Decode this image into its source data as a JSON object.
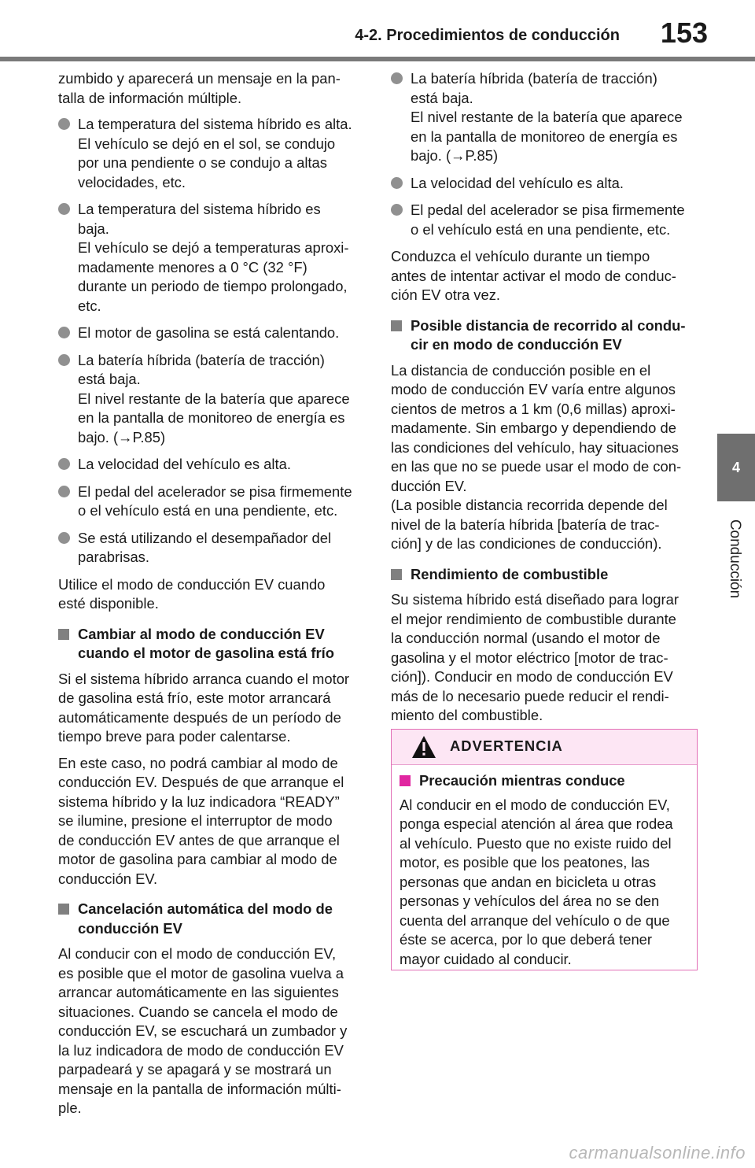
{
  "header": {
    "section": "4-2. Procedimientos de conducción",
    "page_number": "153"
  },
  "side_tab": {
    "number": "4",
    "label": "Conducción"
  },
  "left_column": {
    "intro": [
      "zumbido y aparecerá un mensaje en la pan-",
      "talla de información múltiple."
    ],
    "bullets": [
      [
        "La temperatura del sistema híbrido es alta.",
        "El vehículo se dejó en el sol, se condujo",
        "por una pendiente o se condujo a altas",
        "velocidades, etc."
      ],
      [
        "La temperatura del sistema híbrido es",
        "baja.",
        "El vehículo se dejó a temperaturas aproxi-",
        "madamente menores a 0 °C (32 °F)",
        "durante un periodo de tiempo prolongado,",
        "etc."
      ],
      [
        "El motor de gasolina se está calentando."
      ],
      [
        "La batería híbrida (batería de tracción)",
        "está baja.",
        "El nivel restante de la batería que aparece",
        "en la pantalla de monitoreo de energía es",
        "bajo. (→P.85)"
      ],
      [
        "La velocidad del vehículo es alta."
      ],
      [
        "El pedal del acelerador se pisa firmemente",
        "o el vehículo está en una pendiente, etc."
      ],
      [
        "Se está utilizando el desempañador del",
        "parabrisas."
      ]
    ],
    "after_bullets": [
      "Utilice el modo de conducción EV cuando",
      "esté disponible."
    ],
    "section1_title": [
      "Cambiar al modo de conducción EV",
      "cuando el motor de gasolina está frío"
    ],
    "section1_p1": [
      "Si el sistema híbrido arranca cuando el motor",
      "de gasolina está frío, este motor arrancará",
      "automáticamente después de un período de",
      "tiempo breve para poder calentarse."
    ],
    "section1_p2": [
      "En este caso, no podrá cambiar al modo de",
      "conducción EV. Después de que arranque el",
      "sistema híbrido y la luz indicadora “READY”",
      "se ilumine, presione el interruptor de modo",
      "de conducción EV antes de que arranque el",
      "motor de gasolina para cambiar al modo de",
      "conducción EV."
    ],
    "section2_title": [
      "Cancelación automática del modo de",
      "conducción EV"
    ],
    "section2_p1": [
      "Al conducir con el modo de conducción EV,",
      "es posible que el motor de gasolina vuelva a",
      "arrancar automáticamente en las siguientes",
      "situaciones. Cuando se cancela el modo de",
      "conducción EV, se escuchará un zumbador y",
      "la luz indicadora de modo de conducción EV",
      "parpadeará y se apagará y se mostrará un",
      "mensaje en la pantalla de información múlti-",
      "ple."
    ]
  },
  "right_column": {
    "bullets": [
      [
        "La batería híbrida (batería de tracción)",
        "está baja.",
        "El nivel restante de la batería que aparece",
        "en la pantalla de monitoreo de energía es",
        "bajo. (→P.85)"
      ],
      [
        "La velocidad del vehículo es alta."
      ],
      [
        "El pedal del acelerador se pisa firmemente",
        "o el vehículo está en una pendiente, etc."
      ]
    ],
    "after_bullets": [
      "Conduzca el vehículo durante un tiempo",
      "antes de intentar activar el modo de conduc-",
      "ción EV otra vez."
    ],
    "section3_title": [
      "Posible distancia de recorrido al condu-",
      "cir en modo de conducción EV"
    ],
    "section3_p1": [
      "La distancia de conducción posible en el",
      "modo de conducción EV varía entre algunos",
      "cientos de metros a 1 km (0,6 millas) aproxi-",
      "madamente. Sin embargo y dependiendo de",
      "las condiciones del vehículo, hay situaciones",
      "en las que no se puede usar el modo de con-",
      "ducción EV.",
      "(La posible distancia recorrida depende del",
      "nivel de la batería híbrida [batería de trac-",
      "ción] y de las condiciones de conducción)."
    ],
    "section4_title": [
      "Rendimiento de combustible"
    ],
    "section4_p1": [
      "Su sistema híbrido está diseñado para lograr",
      "el mejor rendimiento de combustible durante",
      "la conducción normal (usando el motor de",
      "gasolina y el motor eléctrico [motor de trac-",
      "ción]). Conducir en modo de conducción EV",
      "más de lo necesario puede reducir el rendi-",
      "miento del combustible."
    ]
  },
  "warning": {
    "title": "ADVERTENCIA",
    "icon": "warning-triangle-icon",
    "subtitle": "Precaución mientras conduce",
    "body": [
      "Al conducir en el modo de conducción EV,",
      "ponga especial atención al área que rodea",
      "al vehículo. Puesto que no existe ruido del",
      "motor, es posible que los peatones, las",
      "personas que andan en bicicleta u otras",
      "personas y vehículos del área no se den",
      "cuenta del arranque del vehículo o de que",
      "éste se acerca, por lo que deberá tener",
      "mayor cuidado al conducir."
    ]
  },
  "watermark": "carmanualsonline.info",
  "colors": {
    "header_rule": "#7a7a7a",
    "side_tab": "#6f6f6f",
    "warning_border": "#e26fb6",
    "warning_header_bg": "#fde6f4",
    "warning_square": "#e026a0"
  }
}
